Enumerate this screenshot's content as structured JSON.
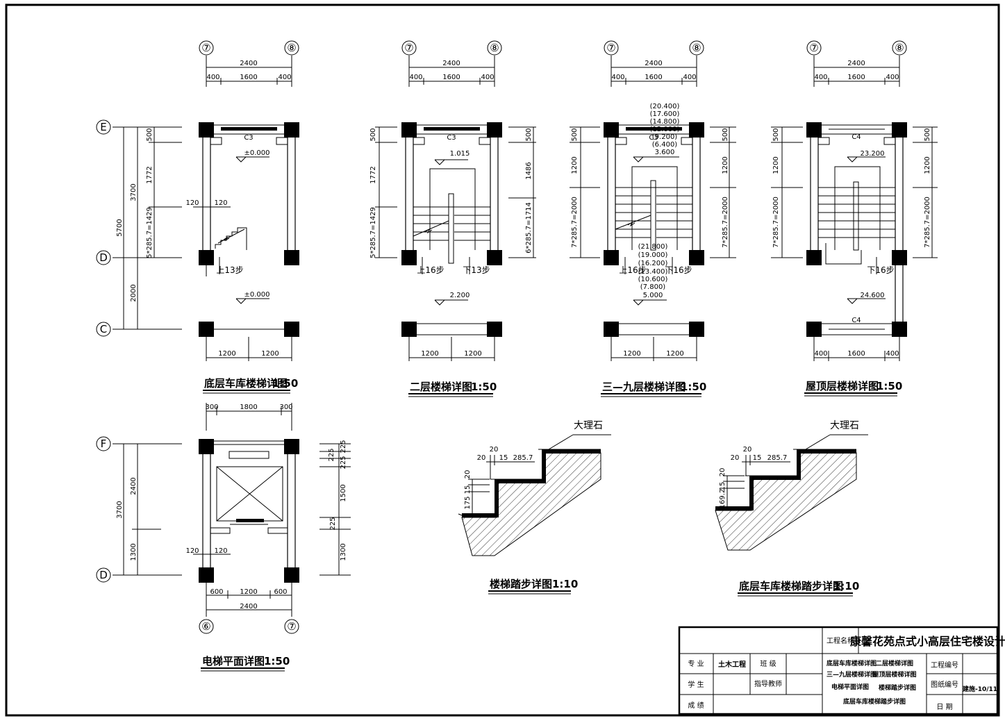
{
  "drawings": {
    "ground": {
      "caption": "底层车库楼梯详图",
      "scale": "1:50",
      "axis_left": "⑦",
      "axis_right": "⑧",
      "axis_e": "E",
      "axis_d": "D",
      "axis_c": "C",
      "top_total": "2400",
      "top_a": "400",
      "top_b": "1600",
      "top_c": "400",
      "bottom_a": "1200",
      "bottom_b": "1200",
      "left_total": "5700",
      "left_upper": "3700",
      "left_lower": "2000",
      "inner_top": "500",
      "inner_mid": "1772",
      "inner_flight": "5*285.7=1429",
      "wall_a": "120",
      "wall_b": "120",
      "window": "C3",
      "elev_upper": "±0.000",
      "elev_lower": "±0.000",
      "up_label": "上13步"
    },
    "second": {
      "caption": "二层楼梯详图",
      "scale": "1:50",
      "axis_left": "⑦",
      "axis_right": "⑧",
      "top_total": "2400",
      "top_a": "400",
      "top_b": "1600",
      "top_c": "400",
      "bottom_a": "1200",
      "bottom_b": "1200",
      "left_a": "500",
      "left_b": "1772",
      "left_c": "5*285.7=1429",
      "right_a": "500",
      "right_b": "1486",
      "right_c": "6*285.7=1714",
      "window": "C3",
      "elev_landing": "1.015",
      "elev_floor": "2.200",
      "up_label": "上16步",
      "down_label": "下13步"
    },
    "typical": {
      "caption": "三—九层楼梯详图",
      "scale": "1:50",
      "axis_left": "⑦",
      "axis_right": "⑧",
      "top_total": "2400",
      "top_a": "400",
      "top_b": "1600",
      "top_c": "400",
      "bottom_a": "1200",
      "bottom_b": "1200",
      "left_a": "500",
      "left_b": "1200",
      "left_c": "7*285.7=2000",
      "right_a": "500",
      "right_b": "1200",
      "right_c": "7*285.7=2000",
      "window": "C3",
      "landing_elevs": [
        "(20.400)",
        "(17.600)",
        "(14.800)",
        "(12.000)",
        "(9.200)",
        "(6.400)",
        "3.600"
      ],
      "floor_elevs": [
        "(21.800)",
        "(19.000)",
        "(16.200)",
        "(13.400)",
        "(10.600)",
        "(7.800)",
        "5.000"
      ],
      "up_label": "上16步",
      "down_label": "下16步"
    },
    "roof": {
      "caption": "屋顶层楼梯详图",
      "scale": "1:50",
      "axis_left": "⑦",
      "axis_right": "⑧",
      "top_total": "2400",
      "top_a": "400",
      "top_b": "1600",
      "top_c": "400",
      "bottom_a": "400",
      "bottom_b": "1600",
      "bottom_c": "400",
      "left_a": "500",
      "left_b": "1200",
      "left_c": "7*285.7=2000",
      "right_a": "500",
      "right_b": "1200",
      "right_c": "7*285.7=2000",
      "window_top": "C4",
      "window_bottom": "C4",
      "elev_landing": "23.200",
      "elev_floor": "24.600",
      "down_label": "下16步"
    },
    "elevator": {
      "caption": "电梯平面详图",
      "scale": "1:50",
      "axis_left": "⑥",
      "axis_right": "⑦",
      "axis_f": "F",
      "axis_d": "D",
      "top_a": "300",
      "top_b": "1800",
      "top_c": "300",
      "bottom_a": "600",
      "bottom_b": "1200",
      "bottom_c": "600",
      "bottom_total": "2400",
      "left_total": "3700",
      "left_upper": "2400",
      "left_lower": "1300",
      "right_1": "225",
      "right_2": "225",
      "right_3": "1500",
      "right_4": "225",
      "right_5": "1300",
      "wall_a": "120",
      "wall_b": "120"
    },
    "tread": {
      "caption": "楼梯踏步详图",
      "scale": "1:10",
      "material": "大理石",
      "d20a": "20",
      "d15": "15",
      "d_run": "285.7",
      "d20b": "20",
      "d20c": "20",
      "d_rise": "175",
      "d_rise15": "15"
    },
    "tread_garage": {
      "caption": "底层车库楼梯踏步详图",
      "scale": "1:10",
      "material": "大理石",
      "d20a": "20",
      "d15": "15",
      "d_run": "285.7",
      "d20b": "20",
      "d20c": "20",
      "d_rise": "169.2",
      "d_rise15": "15"
    }
  },
  "title_block": {
    "project_label": "工程名称",
    "project_name": "康馨花苑点式小高层住宅楼设计",
    "major_label": "专  业",
    "major_value": "土木工程",
    "class_label": "班  级",
    "student_label": "学  生",
    "advisor_label": "指导教师",
    "grade_label": "成  绩",
    "contents": [
      "底层车库楼梯详图",
      "二层楼梯详图",
      "三—九层楼梯详图",
      "屋顶层楼梯详图",
      "电梯平面详图",
      "楼梯踏步详图",
      "底层车库楼梯踏步详图"
    ],
    "project_no_label": "工程编号",
    "drawing_no_label": "图纸编号",
    "drawing_no_value": "建施-10/11",
    "date_label": "日  期"
  }
}
